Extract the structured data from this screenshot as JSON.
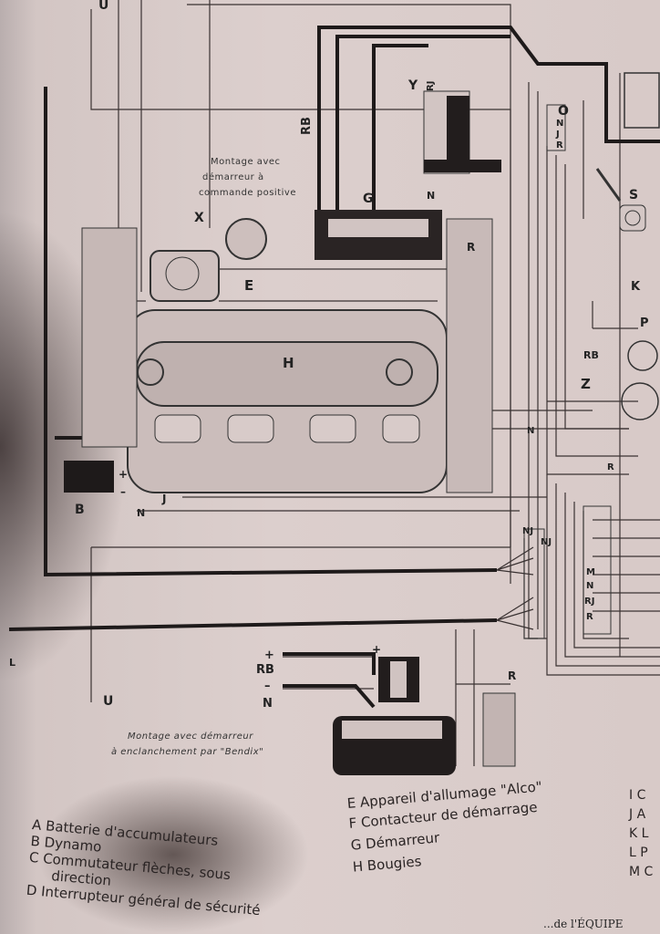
{
  "diagram": {
    "captions": {
      "top": [
        "Montage avec",
        "démarreur à",
        "commande positive"
      ],
      "bottom": [
        "Montage avec démarreur",
        "à enclanchement par \"Bendix\""
      ]
    },
    "labels": {
      "U_top": "U",
      "U_bottom": "U",
      "RB_top": "RB",
      "Y": "Y",
      "RJ_top": "RJ",
      "O": "O",
      "O_N": "N",
      "O_J": "J",
      "O_R": "R",
      "S": "S",
      "X": "X",
      "G": "G",
      "N_top": "N",
      "E": "E",
      "H": "H",
      "R_mid": "R",
      "K": "K",
      "P": "P",
      "RB_right": "RB",
      "Z": "Z",
      "N_right": "N",
      "R_right": "R",
      "B": "B",
      "J": "J",
      "N_left": "N",
      "NJ_a": "NJ",
      "NJ_b": "NJ",
      "M": "M",
      "N_term": "N",
      "RJ_term": "RJ",
      "R_term": "R",
      "L": "L",
      "plus_1": "+",
      "RB_bottom": "RB",
      "minus": "–",
      "N_bottom": "N",
      "plus_2": "+",
      "R_bottom": "R",
      "plus_batt": "+",
      "minus_batt": "–"
    }
  },
  "legend": {
    "left": [
      "A Batterie d'accumulateurs",
      "B Dynamo",
      "C Commutateur flèches, sous",
      "      direction",
      "D Interrupteur général de sécurité"
    ],
    "middle": [
      "E Appareil d'allumage \"Alco\"",
      "F Contacteur de démarrage",
      "G Démarreur",
      "H Bougies"
    ],
    "right": [
      "I C",
      "J A",
      "K L",
      "L P",
      "M C"
    ]
  },
  "footer": "...de l'ÉQUIPE"
}
